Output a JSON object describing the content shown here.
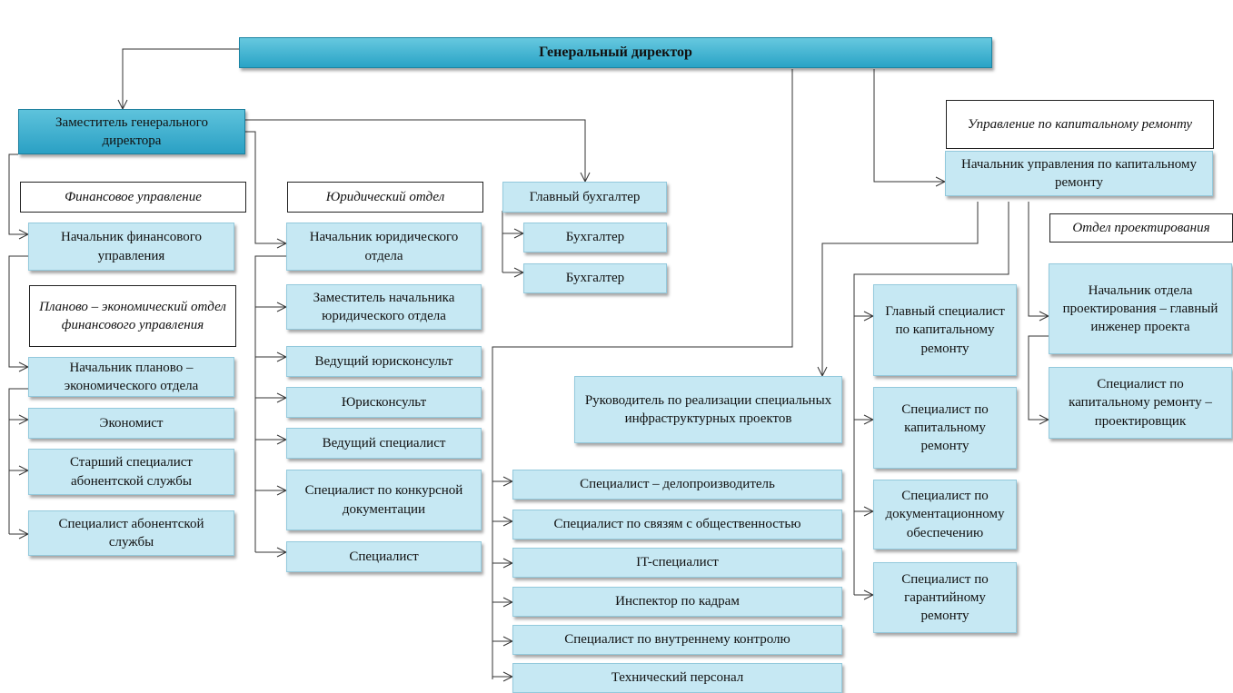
{
  "general_director": "Генеральный директор",
  "deputy": "Заместитель генерального директора",
  "fin": {
    "section": "Финансовое управление",
    "head": "Начальник финансового управления",
    "plan_section": "Планово – экономический отдел финансового управления",
    "plan_head": "Начальник планово – экономического отдела",
    "staff": [
      "Экономист",
      "Старший специалист абонентской службы",
      "Специалист абонентской службы"
    ]
  },
  "legal": {
    "section": "Юридический отдел",
    "head": "Начальник юридического отдела",
    "staff": [
      "Заместитель начальника юридического отдела",
      "Ведущий юрисконсульт",
      "Юрисконсульт",
      "Ведущий специалист",
      "Специалист по конкурсной документации",
      "Специалист"
    ]
  },
  "accounting": {
    "head": "Главный бухгалтер",
    "staff": [
      "Бухгалтер",
      "Бухгалтер"
    ]
  },
  "infra_head": "Руководитель по реализации специальных инфраструктурных проектов",
  "general_staff": [
    "Специалист – делопроизводитель",
    "Специалист по связям с общественностью",
    "IT-специалист",
    "Инспектор по кадрам",
    "Специалист по внутреннему контролю",
    "Технический персонал"
  ],
  "capital": {
    "section": "Управление по капитальному ремонту",
    "head": "Начальник управления по капитальному ремонту",
    "staff": [
      "Главный специалист по капитальному ремонту",
      "Специалист по капитальному ремонту",
      "Специалист по документационному обеспечению",
      "Специалист по гарантийному ремонту"
    ]
  },
  "design": {
    "section": "Отдел проектирования",
    "head": "Начальник отдела проектирования – главный инженер проекта",
    "staff": [
      "Специалист по капитальному ремонту – проектировщик"
    ]
  }
}
